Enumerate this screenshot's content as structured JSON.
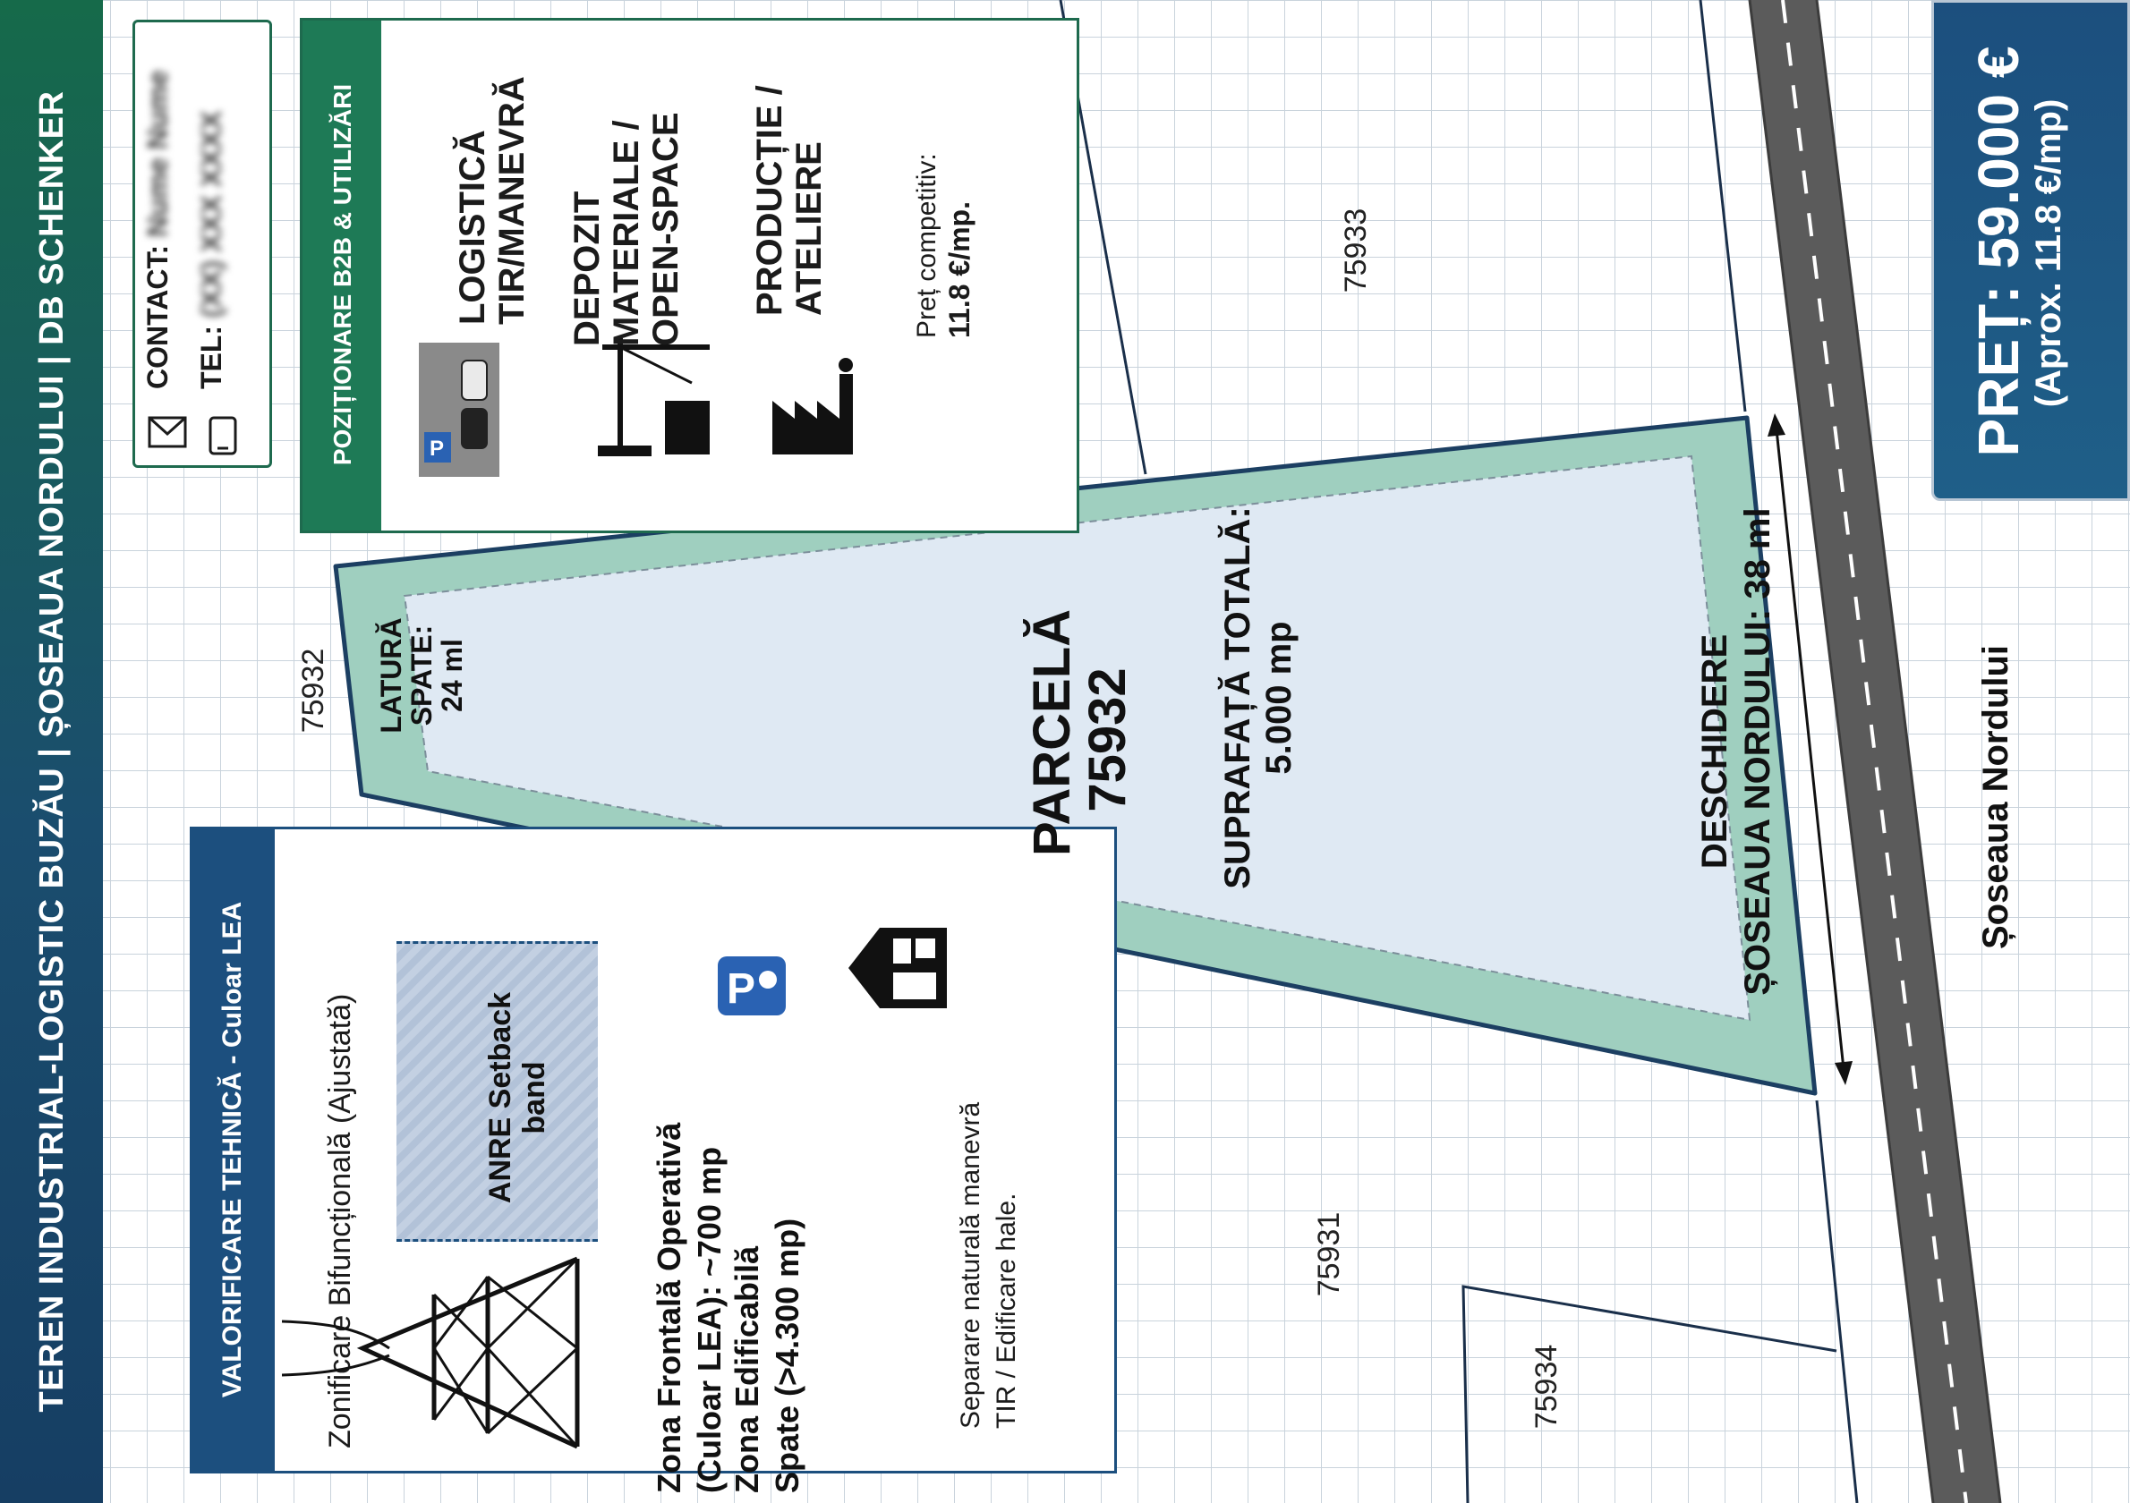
{
  "header": {
    "title": "TEREN INDUSTRIAL-LOGISTIC BUZĂU | ȘOSEAUA NORDULUI | DB SCHENKER"
  },
  "contact": {
    "contact_label": "CONTACT:",
    "contact_value": "Nume Nume",
    "tel_label": "TEL:",
    "tel_value": "(XX) XXX XXXX",
    "icons": [
      "envelope-icon",
      "phone-icon"
    ]
  },
  "b2b": {
    "title": "POZIȚIONARE B2B & UTILIZĂRI",
    "uses": [
      {
        "label": "LOGISTICĂ TIR/MANEVRĂ",
        "icon": "parking-trucks-icon"
      },
      {
        "label": "DEPOZIT MATERIALE / OPEN-SPACE",
        "icon": "crane-warehouse-icon"
      },
      {
        "label": "PRODUCȚIE / ATELIERE",
        "icon": "factory-icon"
      }
    ],
    "price_note_line1": "Preț competitiv:",
    "price_note_line2": "11.8 €/mp."
  },
  "valorificare": {
    "title": "VALORIFICARE TEHNICĂ - Culoar LEA",
    "subtitle": "Zonificare Bifuncțională (Ajustată)",
    "setback_label": "ANRE Setback band",
    "zone1_line1": "Zona Frontală Operativă",
    "zone1_line2": "(Culoar LEA): ~700 mp",
    "zone2_line1": "Zona Edificabilă",
    "zone2_line2": "Spate (>4.300 mp)",
    "note_line1": "Separare naturală manevră",
    "note_line2": "TIR / Edificare hale.",
    "icons": [
      "power-pylon-icon",
      "parking-icon",
      "building-icon"
    ]
  },
  "price": {
    "main": "PREȚ: 59.000 €",
    "sub": "(Aprox. 11.8 €/mp)"
  },
  "parcel": {
    "title_line1": "PARCELĂ",
    "title_line2": "75932",
    "area_line1": "SUPRAFAȚĂ TOTALĂ:",
    "area_line2": "5.000 mp",
    "back_line1": "LATURĂ",
    "back_line2": "SPATE:",
    "back_line3": "24 ml",
    "front_line1": "DESCHIDERE",
    "front_line2": "ȘOSEAUA NORDULUI: 38 ml"
  },
  "lots": {
    "l75933": "75933",
    "l75932": "75932",
    "l75931": "75931",
    "l75934": "75934"
  },
  "road": {
    "name": "Șoseaua Nordului"
  },
  "colors": {
    "green": "#1e7a56",
    "navy": "#1c4f7e",
    "parcel_fill": "#dfe9f3",
    "parcel_border": "#9fcfbf",
    "road": "#5b5b5b"
  }
}
